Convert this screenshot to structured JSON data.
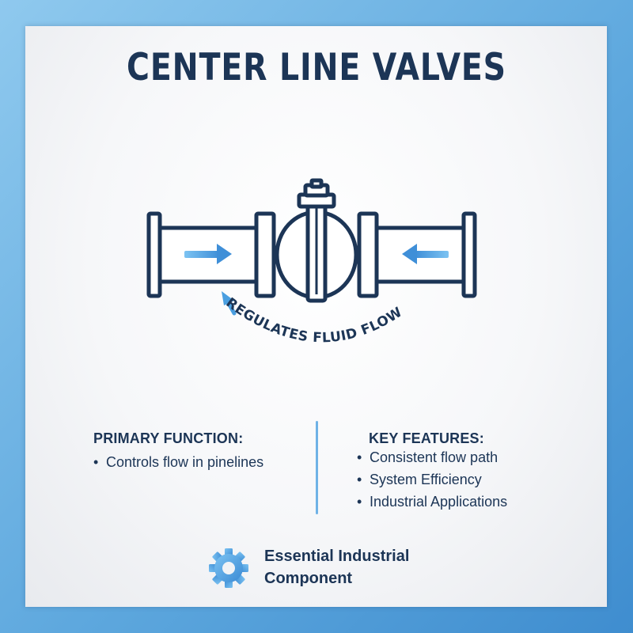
{
  "title": "CENTER LINE VALVES",
  "diagram": {
    "caption": "REGULATES FLUID FLOW"
  },
  "primary": {
    "heading": "PRIMARY FUNCTION:",
    "items": [
      "Controls flow in pinelines"
    ]
  },
  "features": {
    "heading": "KEY FEATURES:",
    "items": [
      "Consistent flow path",
      "System Efficiency",
      "Industrial Applications"
    ]
  },
  "footer": {
    "icon": "gear-icon",
    "text": "Essential Industrial Component"
  },
  "colors": {
    "navy": "#1c3556",
    "accent": "#4a9fe0",
    "background": "#5ea8de"
  }
}
